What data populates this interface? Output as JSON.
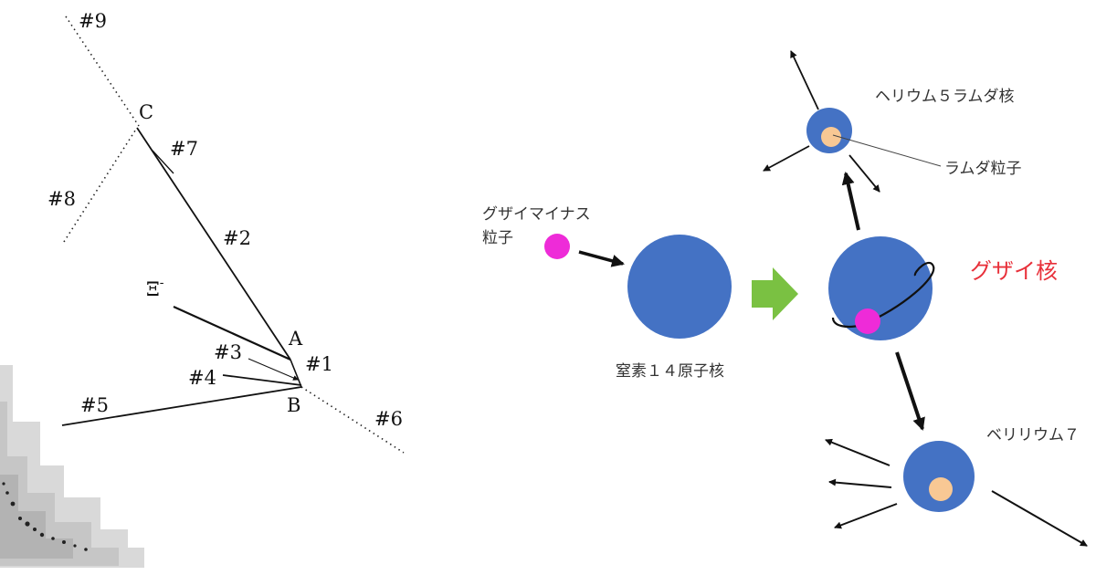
{
  "track_diagram": {
    "labels": {
      "t9": "#9",
      "c": "C",
      "t7": "#7",
      "t8": "#8",
      "t2": "#2",
      "xi": "Ξ",
      "xi_sup": "-",
      "a": "A",
      "t3": "#3",
      "t1": "#1",
      "t4": "#4",
      "b": "B",
      "t5": "#5",
      "t6": "#6"
    }
  },
  "reaction_diagram": {
    "xi_particle_line1": "グザイマイナス",
    "xi_particle_line2": "粒子",
    "nitrogen_label": "窒素１４原子核",
    "xi_nucleus_label": "グザイ核",
    "helium_label": "ヘリウム５ラムダ核",
    "lambda_label": "ラムダ粒子",
    "beryllium_label": "ベリリウム７"
  },
  "colors": {
    "nucleus_blue": "#4472c4",
    "xi_magenta": "#ee2bd8",
    "lambda_peach": "#f8c894",
    "arrow_green": "#7ac142",
    "label_red": "#e8303a"
  }
}
